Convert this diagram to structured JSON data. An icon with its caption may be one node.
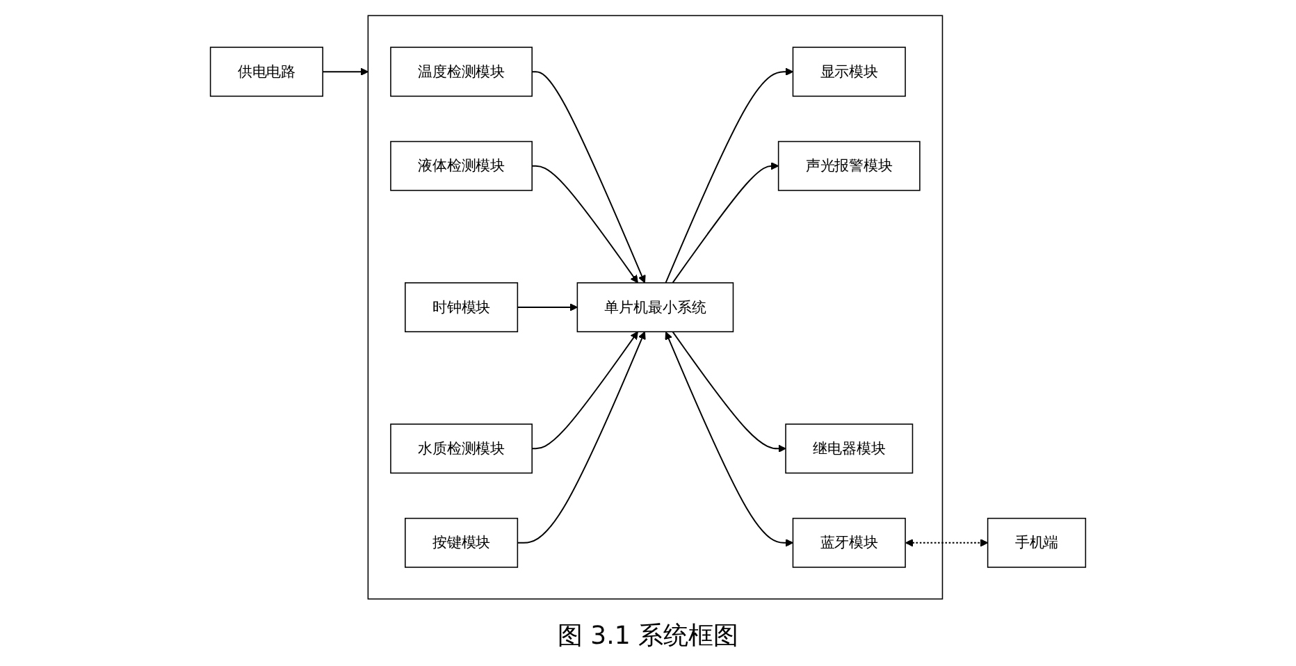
{
  "diagram": {
    "caption": "图 3.1 系统框图",
    "nodes": [
      {
        "text": [
          "供电电路"
        ]
      },
      {
        "text": [],
        "shape": "box"
      },
      {
        "text": [
          "温度检测模块"
        ],
        "in": 1
      },
      {
        "text": [
          "液体检测模块"
        ],
        "in": 1
      },
      {
        "text": [
          "时钟模块"
        ],
        "in": 1
      },
      {
        "text": [
          "水质检测模块"
        ],
        "in": 1
      },
      {
        "text": [
          "按键模块"
        ],
        "in": 1
      },
      {
        "text": [
          "单片机最小系统"
        ],
        "in": 1
      },
      {
        "text": [
          "显示模块"
        ],
        "in": 1
      },
      {
        "text": [
          "声光报警模块"
        ],
        "in": 1
      },
      {
        "text": [
          "继电器模块"
        ],
        "in": 1
      },
      {
        "text": [
          "蓝牙模块"
        ],
        "in": 1
      },
      {
        "text": [
          "手机端"
        ]
      }
    ],
    "edges": [
      {
        "from": 0,
        "to": 1,
        "arrow": "to"
      },
      {
        "from": 2,
        "to": 7,
        "arrow": "to"
      },
      {
        "from": 3,
        "to": 7,
        "arrow": "to"
      },
      {
        "from": 4,
        "to": 7,
        "arrow": "to"
      },
      {
        "from": 5,
        "to": 7,
        "arrow": "to"
      },
      {
        "from": 6,
        "to": 7,
        "arrow": "to"
      },
      {
        "from": 7,
        "to": 8,
        "arrow": "to"
      },
      {
        "from": 7,
        "to": 9,
        "arrow": "to"
      },
      {
        "from": 7,
        "to": 10,
        "arrow": "to"
      },
      {
        "from": 7,
        "to": 11,
        "arrow": "both"
      },
      {
        "from": 11,
        "to": 12,
        "arrow": "both",
        "style": "dashed"
      }
    ]
  }
}
